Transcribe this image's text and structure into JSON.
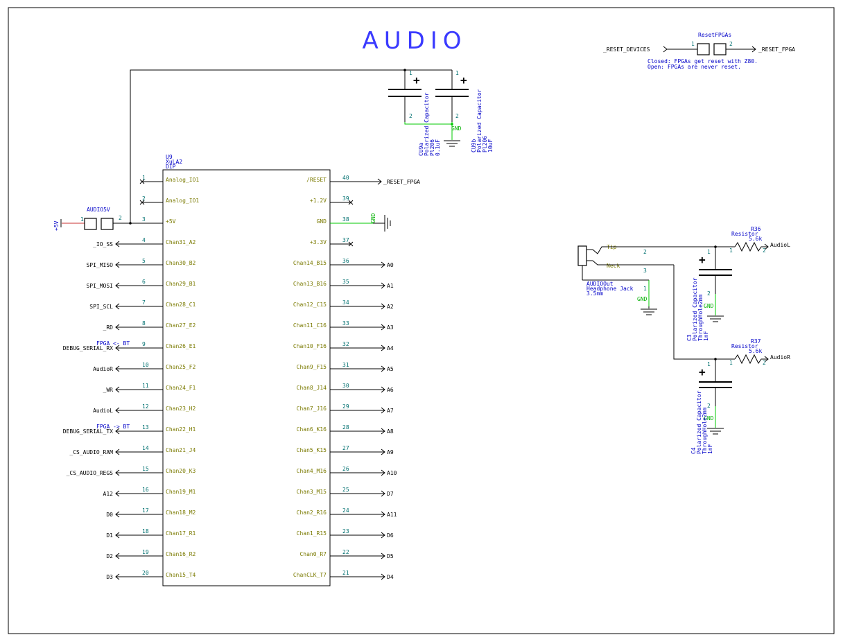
{
  "title": "AUDIO",
  "colors": {
    "wire": "#000000",
    "gnd_wire": "#00c800",
    "pin_name": "#7a7a00",
    "pin_number": "#007070",
    "annotation": "#0000c8",
    "title": "#3a3aff"
  },
  "u9": {
    "refdes": "U9",
    "part": "XuLA2",
    "package": "DIP",
    "left_pins": [
      {
        "num": "1",
        "name": "Analog_IO1",
        "net": "",
        "nc": true
      },
      {
        "num": "2",
        "name": "Analog_IO1",
        "net": "",
        "nc": true
      },
      {
        "num": "3",
        "name": "+5V",
        "net": ""
      },
      {
        "num": "4",
        "name": "Chan31_A2",
        "net": "_IO_SS"
      },
      {
        "num": "5",
        "name": "Chan30_B2",
        "net": "SPI_MISO"
      },
      {
        "num": "6",
        "name": "Chan29_B1",
        "net": "SPI_MOSI"
      },
      {
        "num": "7",
        "name": "Chan28_C1",
        "net": "SPI_SCL"
      },
      {
        "num": "8",
        "name": "Chan27_E2",
        "net": "_RD"
      },
      {
        "num": "9",
        "name": "Chan26_E1",
        "net": "DEBUG_SERIAL_RX",
        "note": "FPGA <- BT"
      },
      {
        "num": "10",
        "name": "Chan25_F2",
        "net": "AudioR"
      },
      {
        "num": "11",
        "name": "Chan24_F1",
        "net": "_WR"
      },
      {
        "num": "12",
        "name": "Chan23_H2",
        "net": "AudioL"
      },
      {
        "num": "13",
        "name": "Chan22_H1",
        "net": "DEBUG_SERIAL_TX",
        "note": "FPGA -> BT"
      },
      {
        "num": "14",
        "name": "Chan21_J4",
        "net": "_CS_AUDIO_RAM"
      },
      {
        "num": "15",
        "name": "Chan20_K3",
        "net": "_CS_AUDIO_REGS"
      },
      {
        "num": "16",
        "name": "Chan19_M1",
        "net": "A12"
      },
      {
        "num": "17",
        "name": "Chan18_M2",
        "net": "D0"
      },
      {
        "num": "18",
        "name": "Chan17_R1",
        "net": "D1"
      },
      {
        "num": "19",
        "name": "Chan16_R2",
        "net": "D2"
      },
      {
        "num": "20",
        "name": "Chan15_T4",
        "net": "D3"
      }
    ],
    "right_pins": [
      {
        "num": "40",
        "name": "/RESET",
        "net": "_RESET_FPGA"
      },
      {
        "num": "39",
        "name": "+1.2V",
        "net": "",
        "nc": true
      },
      {
        "num": "38",
        "name": "GND",
        "net": ""
      },
      {
        "num": "37",
        "name": "+3.3V",
        "net": "",
        "nc": true
      },
      {
        "num": "36",
        "name": "Chan14_B15",
        "net": "A0"
      },
      {
        "num": "35",
        "name": "Chan13_B16",
        "net": "A1"
      },
      {
        "num": "34",
        "name": "Chan12_C15",
        "net": "A2"
      },
      {
        "num": "33",
        "name": "Chan11_C16",
        "net": "A3"
      },
      {
        "num": "32",
        "name": "Chan10_F16",
        "net": "A4"
      },
      {
        "num": "31",
        "name": "Chan9_F15",
        "net": "A5"
      },
      {
        "num": "30",
        "name": "Chan8_J14",
        "net": "A6"
      },
      {
        "num": "29",
        "name": "Chan7_J16",
        "net": "A7"
      },
      {
        "num": "28",
        "name": "Chan6_K16",
        "net": "A8"
      },
      {
        "num": "27",
        "name": "Chan5_K15",
        "net": "A9"
      },
      {
        "num": "26",
        "name": "Chan4_M16",
        "net": "A10"
      },
      {
        "num": "25",
        "name": "Chan3_M15",
        "net": "D7"
      },
      {
        "num": "24",
        "name": "Chan2_R16",
        "net": "A11"
      },
      {
        "num": "23",
        "name": "Chan1_R15",
        "net": "D6"
      },
      {
        "num": "22",
        "name": "Chan0_R7",
        "net": "D5"
      },
      {
        "num": "21",
        "name": "ChanCLK_T7",
        "net": "D4"
      }
    ]
  },
  "texts": {
    "plus5v": "+5V",
    "audio5v": "AUDIO5V",
    "pin1": "1",
    "pin2": "2",
    "pin3": "3",
    "gnd": "GND",
    "cu9a_lines": [
      "CU9a",
      "Polarized Capacitor",
      "Pl206",
      "0.1uF"
    ],
    "cu9b_lines": [
      "CU9b",
      "Polarized Capacitor",
      "Pl206",
      "10uF"
    ],
    "resetfpgas": "ResetFPGAs",
    "reset_devices": "_RESET_DEVICES",
    "reset_fpga_out": "_RESET_FPGA",
    "reset_note_1": "Closed: FPGAs get reset with Z80.",
    "reset_note_2": "Open: FPGAs are never reset.",
    "jack_lines": [
      "AUDIOOut",
      "Headphone Jack",
      "3.5mm"
    ],
    "tip": "Tip",
    "neck": "Neck",
    "r36_ref": "R36",
    "r36_type": "Resistor",
    "r36_val": "5.6k",
    "audiol": "AudioL",
    "r37_ref": "R37",
    "r37_type": "Resistor",
    "r37_val": "5.6k",
    "audior": "AudioR",
    "c3_lines": [
      "C3",
      "Polarized Capacitor",
      "ThroughHole2mm",
      "1nF"
    ],
    "c4_lines": [
      "C4",
      "Polarized Capacitor",
      "ThroughHole2mm",
      "1nF"
    ]
  }
}
